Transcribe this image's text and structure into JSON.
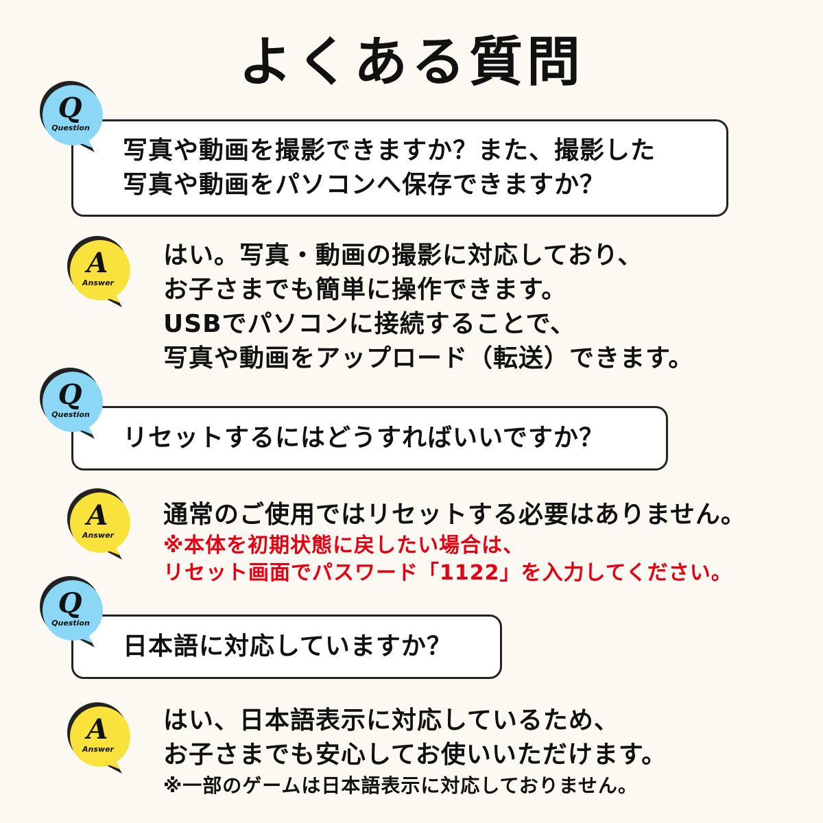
{
  "title": "よくある質問",
  "icons": {
    "question": {
      "glyph": "Q",
      "caption": "Question",
      "color": "#8ad8f5"
    },
    "answer": {
      "glyph": "A",
      "caption": "Answer",
      "color": "#f9e23c"
    }
  },
  "faq": [
    {
      "question": [
        "写真や動画を撮影できますか？また、撮影した",
        "写真や動画をパソコンへ保存できますか？"
      ],
      "answer": [
        "はい。写真・動画の撮影に対応しており、",
        "お子さまでも簡単に操作できます。",
        "USBでパソコンに接続することで、",
        "写真や動画をアップロード（転送）できます。"
      ],
      "note": []
    },
    {
      "question": [
        "リセットするにはどうすればいいですか？"
      ],
      "answer": [
        "通常のご使用ではリセットする必要はありません。"
      ],
      "note": [
        "※本体を初期状態に戻したい場合は、",
        "リセット画面でパスワード「1122」を入力してください。"
      ]
    },
    {
      "question": [
        "日本語に対応していますか？"
      ],
      "answer": [
        "はい、日本語表示に対応しているため、",
        "お子さまでも安心してお使いいただけます。"
      ],
      "note": [
        "※一部のゲームは日本語表示に対応しておりません。"
      ]
    }
  ],
  "colors": {
    "background": "#fcf9f3",
    "note_red": "#e60012"
  }
}
